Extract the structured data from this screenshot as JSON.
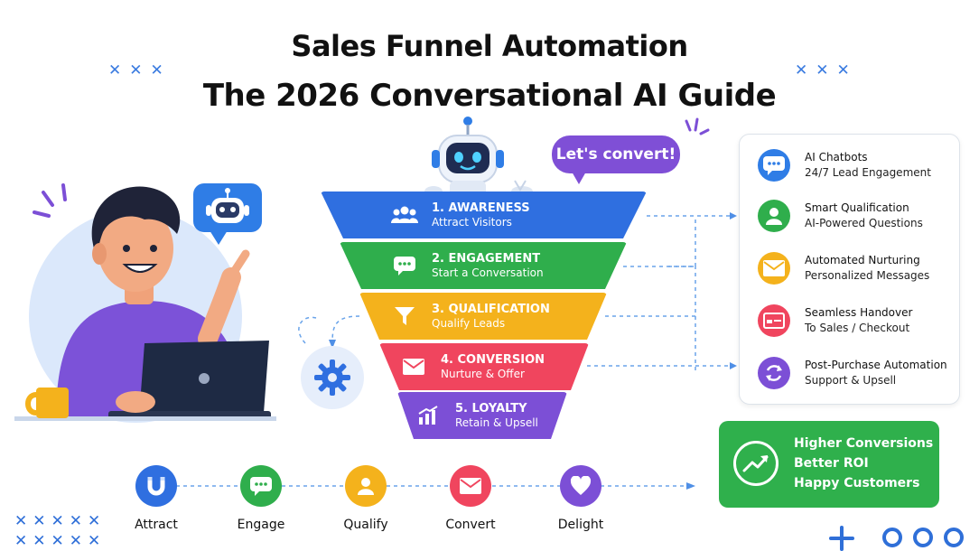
{
  "title": {
    "line1": "Sales Funnel Automation",
    "line2": "The 2026 Conversational AI Guide"
  },
  "speech_bubble": {
    "text": "Let's convert!"
  },
  "funnel": [
    {
      "title": "1. AWARENESS",
      "subtitle": "Attract Visitors",
      "color": "#2f6fe0",
      "icon": "users-icon"
    },
    {
      "title": "2. ENGAGEMENT",
      "subtitle": "Start a Conversation",
      "color": "#2fae4c",
      "icon": "chat-icon"
    },
    {
      "title": "3. QUALIFICATION",
      "subtitle": "Qualify Leads",
      "color": "#f4b21c",
      "icon": "filter-icon"
    },
    {
      "title": "4. CONVERSION",
      "subtitle": "Nurture & Offer",
      "color": "#f0455e",
      "icon": "mail-icon"
    },
    {
      "title": "5. LOYALTY",
      "subtitle": "Retain & Upsell",
      "color": "#7c4fd6",
      "icon": "chart-icon"
    }
  ],
  "features": [
    {
      "title": "AI Chatbots",
      "subtitle": "24/7 Lead Engagement",
      "color": "#2f7de6",
      "icon": "chat-icon"
    },
    {
      "title": "Smart Qualification",
      "subtitle": "AI-Powered Questions",
      "color": "#2fae4c",
      "icon": "person-icon"
    },
    {
      "title": "Automated Nurturing",
      "subtitle": "Personalized Messages",
      "color": "#f4b21c",
      "icon": "mail-icon"
    },
    {
      "title": "Seamless Handover",
      "subtitle": "To Sales / Checkout",
      "color": "#f0455e",
      "icon": "card-icon"
    },
    {
      "title": "Post-Purchase Automation",
      "subtitle": "Support & Upsell",
      "color": "#7c4fd6",
      "icon": "refresh-icon"
    }
  ],
  "results": [
    "Higher Conversions",
    "Better ROI",
    "Happy Customers"
  ],
  "flow": [
    {
      "label": "Attract",
      "color": "#2f6fe0",
      "icon": "magnet-icon"
    },
    {
      "label": "Engage",
      "color": "#2fae4c",
      "icon": "chat-icon"
    },
    {
      "label": "Qualify",
      "color": "#f4b21c",
      "icon": "person-icon"
    },
    {
      "label": "Convert",
      "color": "#f0455e",
      "icon": "mail-icon"
    },
    {
      "label": "Delight",
      "color": "#7c4fd6",
      "icon": "heart-icon"
    }
  ],
  "colors": {
    "accent_blue": "#2f7de6",
    "accent_purple": "#7f4fd6",
    "result_green": "#2fb04c"
  }
}
